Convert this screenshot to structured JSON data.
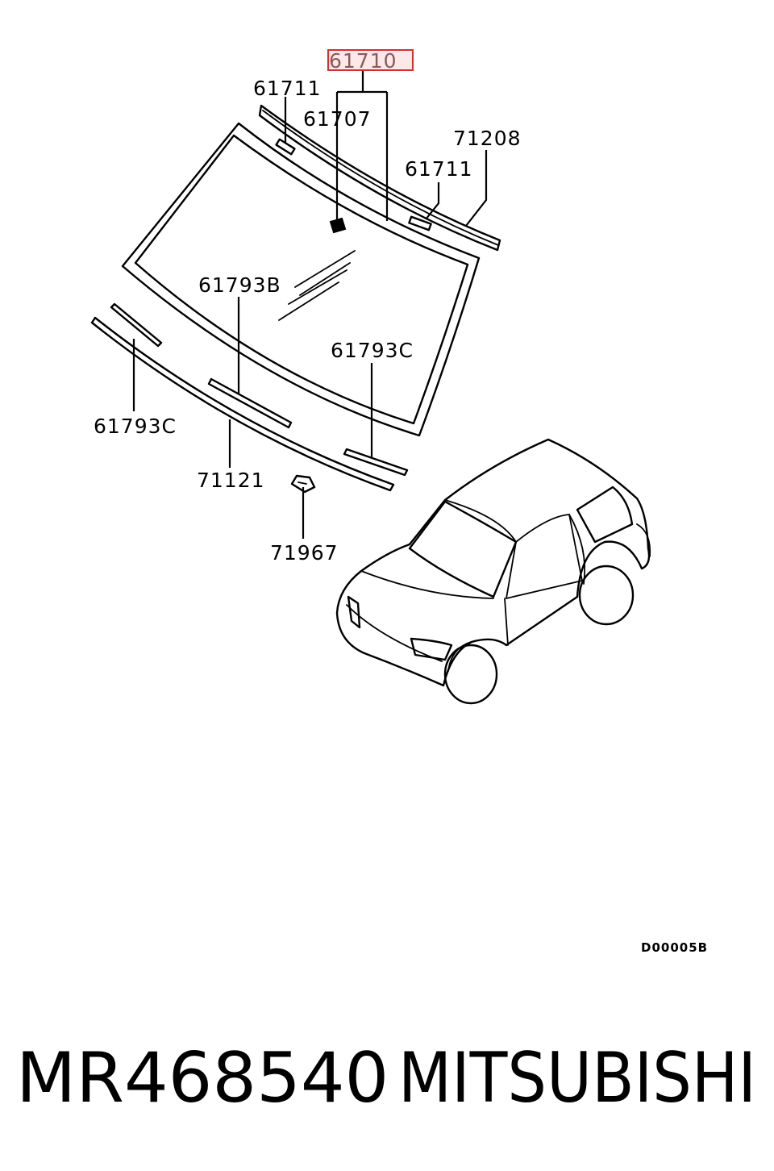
{
  "diagram": {
    "highlight_color": "#d32f2f",
    "callouts": {
      "p61710": "61710",
      "p61711_top": "61711",
      "p61707": "61707",
      "p71208": "71208",
      "p61711_right": "61711",
      "p61793B": "61793B",
      "p61793C_right": "61793C",
      "p61793C_left": "61793C",
      "p71121": "71121",
      "p71967": "71967"
    },
    "drawing_code": "D00005B"
  },
  "footer": {
    "part_number": "MR468540",
    "brand": "MITSUBISHI"
  }
}
